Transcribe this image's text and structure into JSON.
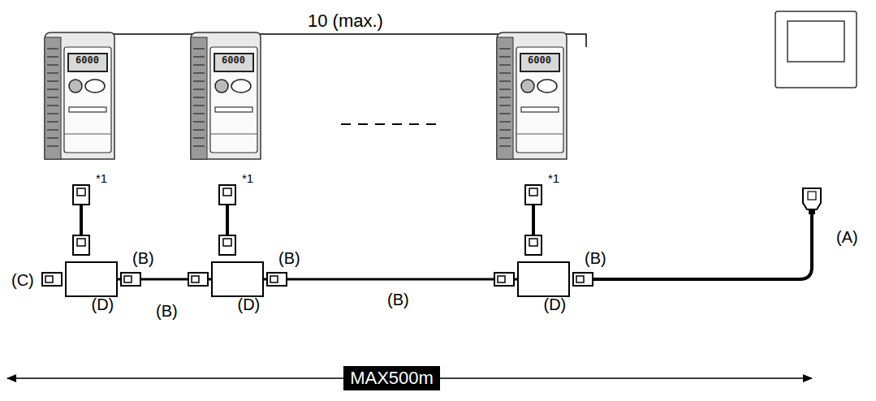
{
  "diagram": {
    "nodes": [
      {
        "text": [
          "(D)"
        ]
      },
      {
        "text": [
          "(D)"
        ]
      },
      {
        "text": [
          "(D)"
        ]
      },
      {
        "text": [
          "MAX500m"
        ]
      }
    ],
    "edges": [
      {
        "from": 0,
        "to": 1,
        "arrow": "none",
        "label": "(B)"
      },
      {
        "from": 1,
        "to": 2,
        "arrow": "none",
        "label": "(B)"
      }
    ],
    "labels": [
      "10 (max.)",
      "6000",
      "6000",
      "6000",
      "*1",
      "*1",
      "*1",
      "(C)",
      "(B)",
      "(B)",
      "(B)",
      "(A)"
    ]
  }
}
